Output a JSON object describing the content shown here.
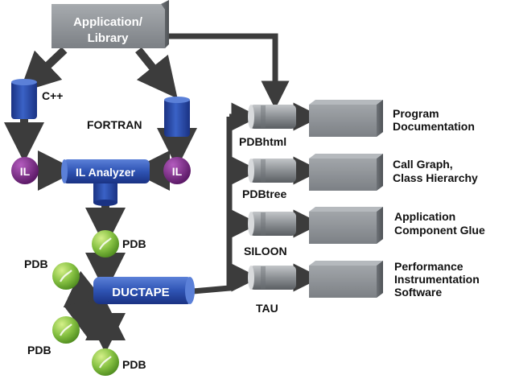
{
  "diagram": {
    "source": {
      "line1": "Application/",
      "line2": "Library"
    },
    "frontends": {
      "cpp": "C++",
      "fortran": "FORTRAN"
    },
    "il_left": "IL",
    "il_right": "IL",
    "il_analyzer": "IL Analyzer",
    "pdb_main": "PDB",
    "ductape": "DUCTAPE",
    "pdb_left_top": "PDB",
    "pdb_left_bottom": "PDB",
    "pdb_bottom": "PDB",
    "tools": [
      {
        "name": "PDBhtml",
        "output_lines": [
          "Program",
          "Documentation"
        ]
      },
      {
        "name": "PDBtree",
        "output_lines": [
          "Call Graph,",
          "Class Hierarchy"
        ]
      },
      {
        "name": "SILOON",
        "output_lines": [
          "Application",
          "Component Glue"
        ]
      },
      {
        "name": "TAU",
        "output_lines": [
          "Performance",
          "Instrumentation",
          "Software"
        ]
      }
    ],
    "colors": {
      "gray_box": "#8c9094",
      "gray_dark": "#5f6368",
      "blue": "#2f54b4",
      "blue_dark": "#1a3283",
      "purple": "#7a2a86",
      "green": "#86c142",
      "arrow": "#3c3c3c"
    }
  }
}
